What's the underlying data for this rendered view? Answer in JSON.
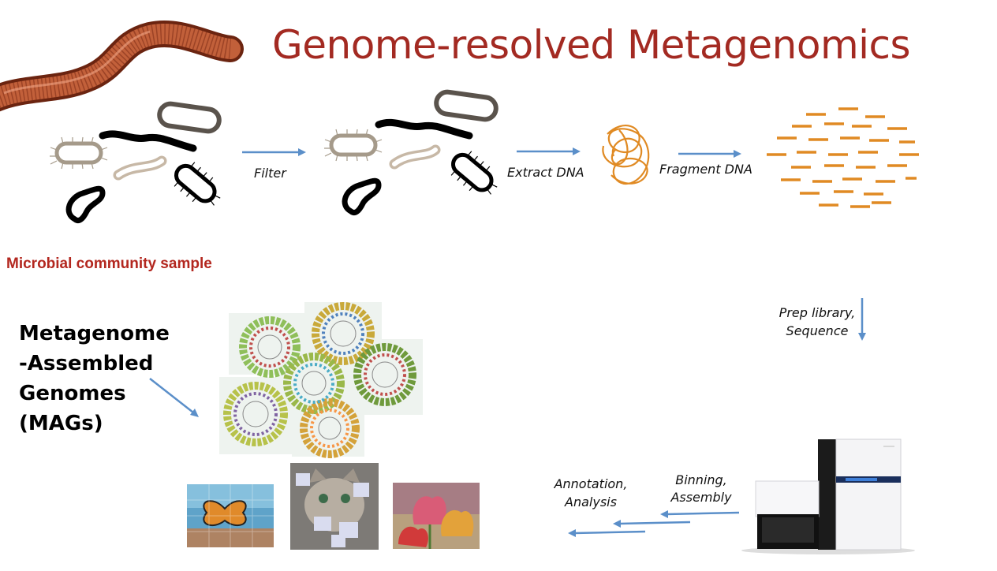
{
  "title": "Genome-resolved Metagenomics",
  "labels": {
    "sample": "Microbial community sample",
    "filter": "Filter",
    "extract": "Extract DNA",
    "fragment": "Fragment DNA",
    "prep_line1": "Prep library,",
    "prep_line2": "Sequence",
    "binning_line1": "Binning,",
    "binning_line2": "Assembly",
    "annotation_line1": "Annotation,",
    "annotation_line2": "Analysis"
  },
  "mags": {
    "line1": "Metagenome",
    "line2": "-Assembled",
    "line3": "Genomes",
    "line4": "(MAGs)"
  },
  "colors": {
    "title": "#a32a22",
    "sample_label": "#b3271f",
    "arrow": "#5b8fc9",
    "dna": "#e08a23",
    "worm": "#b04a2c"
  }
}
